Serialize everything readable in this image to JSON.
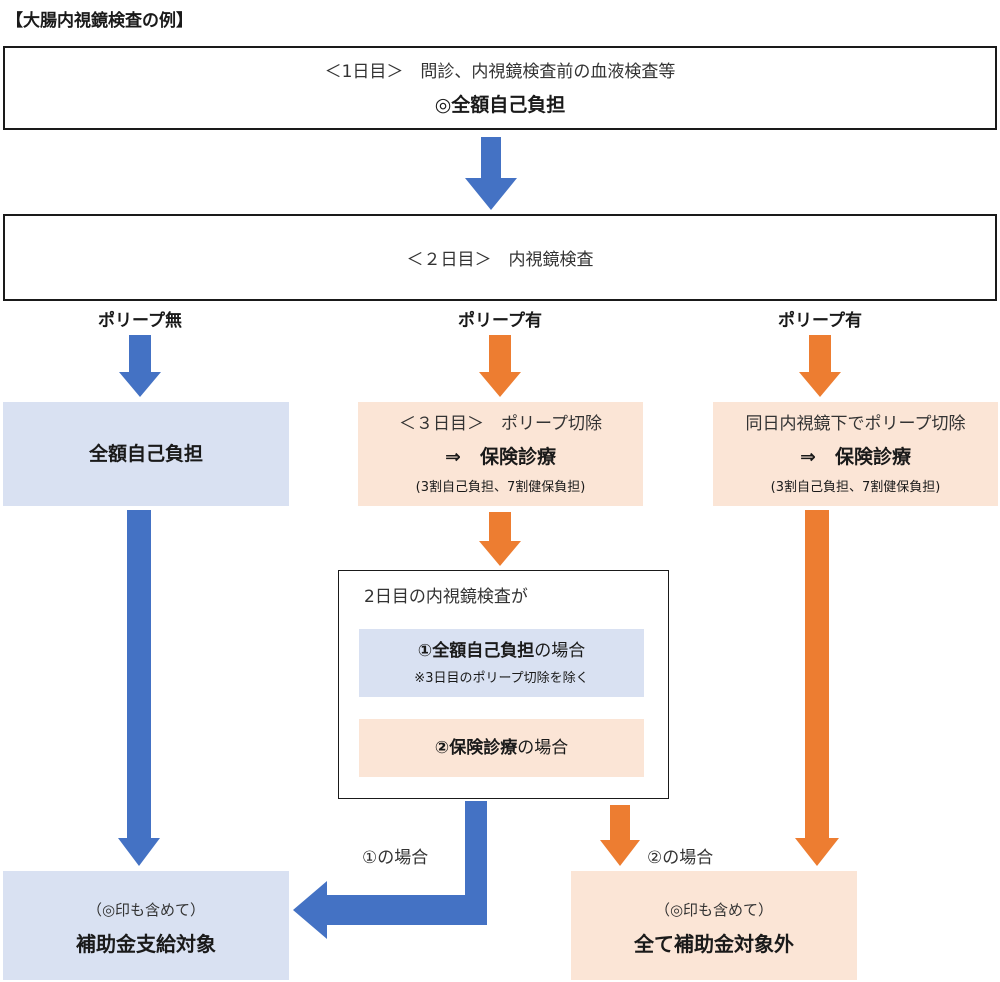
{
  "title": "【大腸内視鏡検査の例】",
  "day1": {
    "line1": "＜1日目＞　問診、内視鏡検査前の血液検査等",
    "line2": "◎全額自己負担"
  },
  "day2": {
    "line1": "＜２日目＞　内視鏡検査"
  },
  "branches": {
    "left_label": "ポリープ無",
    "mid_label": "ポリープ有",
    "right_label": "ポリープ有"
  },
  "left_box": {
    "text": "全額自己負担"
  },
  "mid_box": {
    "line1": "＜３日目＞　ポリープ切除",
    "line2": "⇒　保険診療",
    "line3": "(3割自己負担、7割健保負担)"
  },
  "right_box": {
    "line1": "同日内視鏡下でポリープ切除",
    "line2": "⇒　保険診療",
    "line3": "(3割自己負担、7割健保負担)"
  },
  "condition_box": {
    "heading": "2日目の内視鏡検査が",
    "case1_bold": "①全額自己負担",
    "case1_rest": "の場合",
    "case1_note": "※3日目のポリープ切除を除く",
    "case2_bold": "②保険診療",
    "case2_rest": "の場合"
  },
  "arrow_labels": {
    "case1": "①の場合",
    "case2": "②の場合"
  },
  "result_left": {
    "line1": "（◎印も含めて）",
    "line2": "補助金支給対象"
  },
  "result_right": {
    "line1": "（◎印も含めて）",
    "line2": "全て補助金対象外"
  },
  "colors": {
    "blue_arrow": "#4472c4",
    "orange_arrow": "#ed7d31",
    "blue_fill": "#d9e1f2",
    "peach_fill": "#fbe5d6"
  }
}
